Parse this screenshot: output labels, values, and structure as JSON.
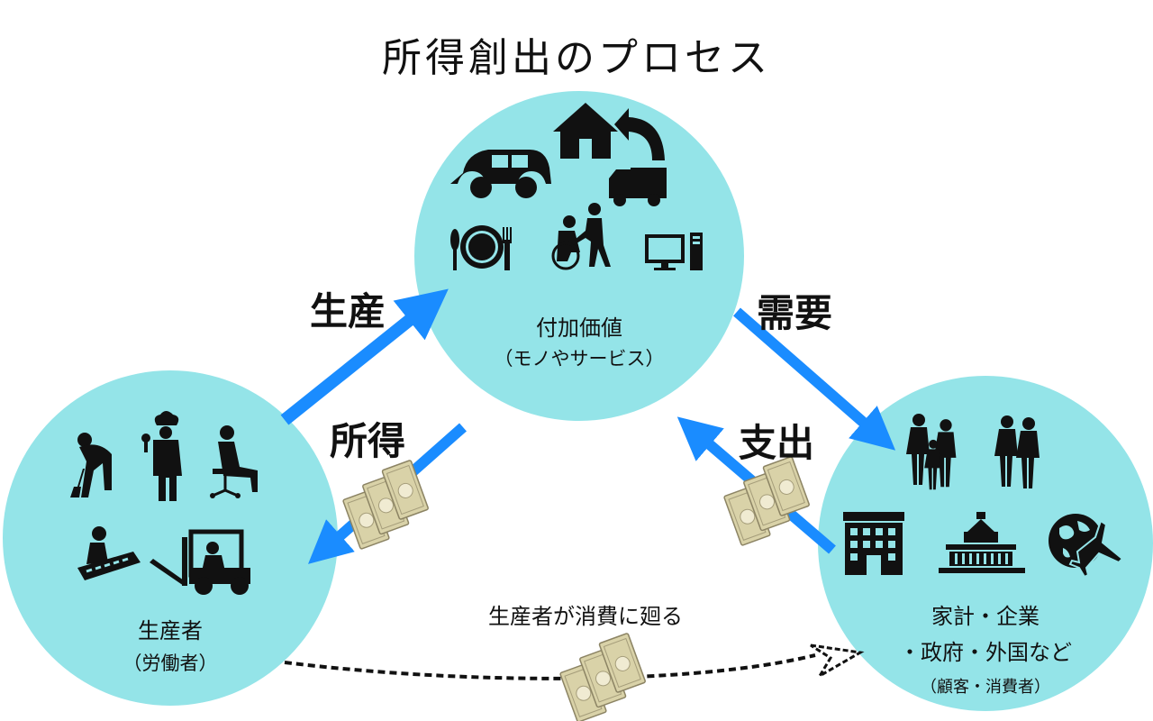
{
  "title": "所得創出のプロセス",
  "nodes": {
    "value": {
      "label": "付加価値",
      "sub": "（モノやサービス）",
      "icons": [
        "car-icon",
        "house-icon",
        "return-arrow-icon",
        "truck-icon",
        "plate-cutlery-icon",
        "wheelchair-caregiver-icon",
        "computer-icon"
      ]
    },
    "producer": {
      "label": "生産者",
      "sub": "（労働者）",
      "icons": [
        "construction-worker-icon",
        "chef-icon",
        "doctor-icon",
        "pianist-icon",
        "forklift-icon"
      ]
    },
    "consumer": {
      "label1": "家計・企業",
      "label2": "・政府・外国など",
      "sub": "（顧客・消費者）",
      "icons": [
        "family-icon",
        "business-people-icon",
        "office-building-icon",
        "government-building-icon",
        "globe-airplane-icon"
      ]
    }
  },
  "flows": {
    "production": "生産",
    "demand": "需要",
    "income": "所得",
    "spending": "支出",
    "loop": "生産者が消費に廻る"
  },
  "colors": {
    "circle": "#94e4e8",
    "arrow": "#1a8cff",
    "bill": "#d9d2a8"
  }
}
